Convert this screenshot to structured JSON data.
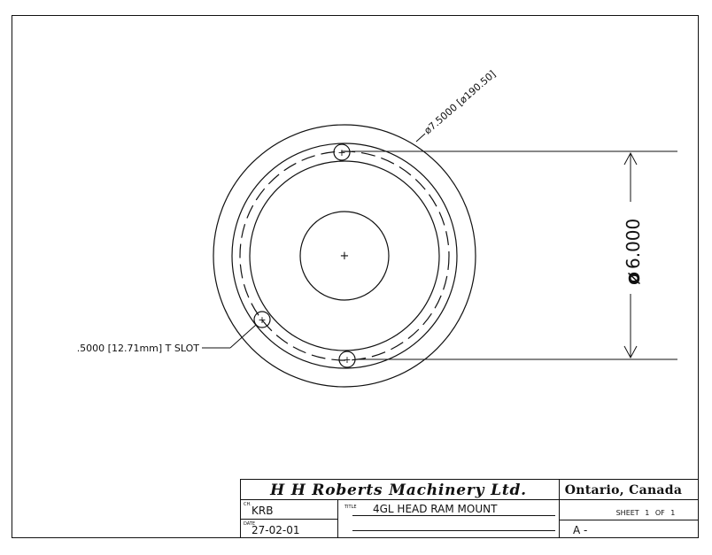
{
  "drawing": {
    "center_mark": "+",
    "outer_diameter_callout": "ø7.5000 [ø190.50]",
    "bolt_circle_dimension": {
      "symbol": "ø",
      "value": "6.000"
    },
    "slot_callout": ".5000 [12.71mm] T SLOT",
    "slot_marks": [
      "+",
      "+",
      "+"
    ]
  },
  "title_block": {
    "company": "H H Roberts Machinery Ltd.",
    "location": "Ontario, Canada",
    "checked_label": "CH.",
    "checked_value": "KRB",
    "title_label": "TITLE",
    "title_value": "4GL HEAD RAM MOUNT",
    "date_label": "DATE",
    "date_value": "27-02-01",
    "sheet_text": "SHEET 1 OF 1",
    "revision": "A -"
  },
  "colors": {
    "line": "#111111",
    "background": "#ffffff"
  }
}
